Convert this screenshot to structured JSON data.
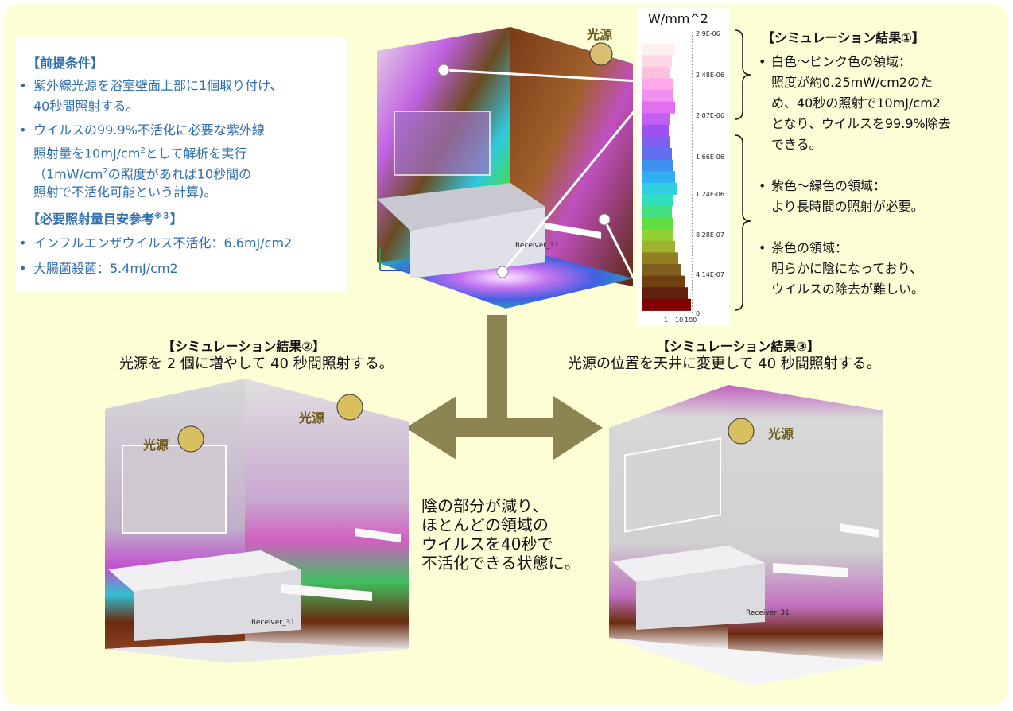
{
  "conditions": {
    "heading": "【前提条件】",
    "bullets": [
      [
        "紫外線光源を浴室壁面上部に1個取り付け、",
        "40秒間照射する。"
      ],
      [
        "ウイルスの99.9%不活化に必要な紫外線",
        "照射量を10mJ/cm",
        "として解析を実行",
        "（1mW/cm",
        "の照度があれば10秒間の",
        "照射で不活化可能という計算)。"
      ]
    ],
    "heading2": "【必要照射量目安参考",
    "heading2_sup": "※３",
    "heading2_end": "】",
    "ref_items": [
      "インフルエンザウイルス不活化：6.6mJ/cm2",
      "大腸菌殺菌：5.4mJ/cm2"
    ],
    "bullet_char": "•",
    "sup2": "2"
  },
  "scale": {
    "unit": "W/mm^2",
    "ticks": [
      "2.9E-06",
      "2.48E-06",
      "2.07E-06",
      "1.66E-06",
      "1.24E-06",
      "8.28E-07",
      "4.14E-07",
      "0"
    ],
    "bottom_labels": [
      "1",
      "10",
      "100"
    ]
  },
  "result1": {
    "title": "【シミュレーション結果①】",
    "items": [
      [
        "白色～ピンク色の領域：",
        "照度が約0.25mW/cm2のた",
        "め、40秒の照射で10mJ/cm2",
        "となり、ウイルスを99.9%除去",
        "できる。"
      ],
      [
        "紫色～緑色の領域：",
        "より長時間の照射が必要。"
      ],
      [
        "茶色の領域：",
        "明らかに陰になっており、",
        "ウイルスの除去が難しい。"
      ]
    ]
  },
  "result2": {
    "title": "【シミュレーション結果②】",
    "subtitle": "光源を 2 個に増やして 40 秒間照射する。"
  },
  "result3": {
    "title": "【シミュレーション結果③】",
    "subtitle": "光源の位置を天井に変更して 40 秒間照射する。"
  },
  "light_label": "光源",
  "receiver_label": "Receiver_31",
  "center_note": [
    "陰の部分が減り、",
    "ほとんどの領域の",
    "ウイルスを40秒で",
    "不活化できる状態に。"
  ],
  "colors": {
    "panel": "#fdfdd6",
    "accent_blue": "#2e6fb0",
    "arrow": "#8c8552",
    "light_label": "#6b5a1c"
  }
}
